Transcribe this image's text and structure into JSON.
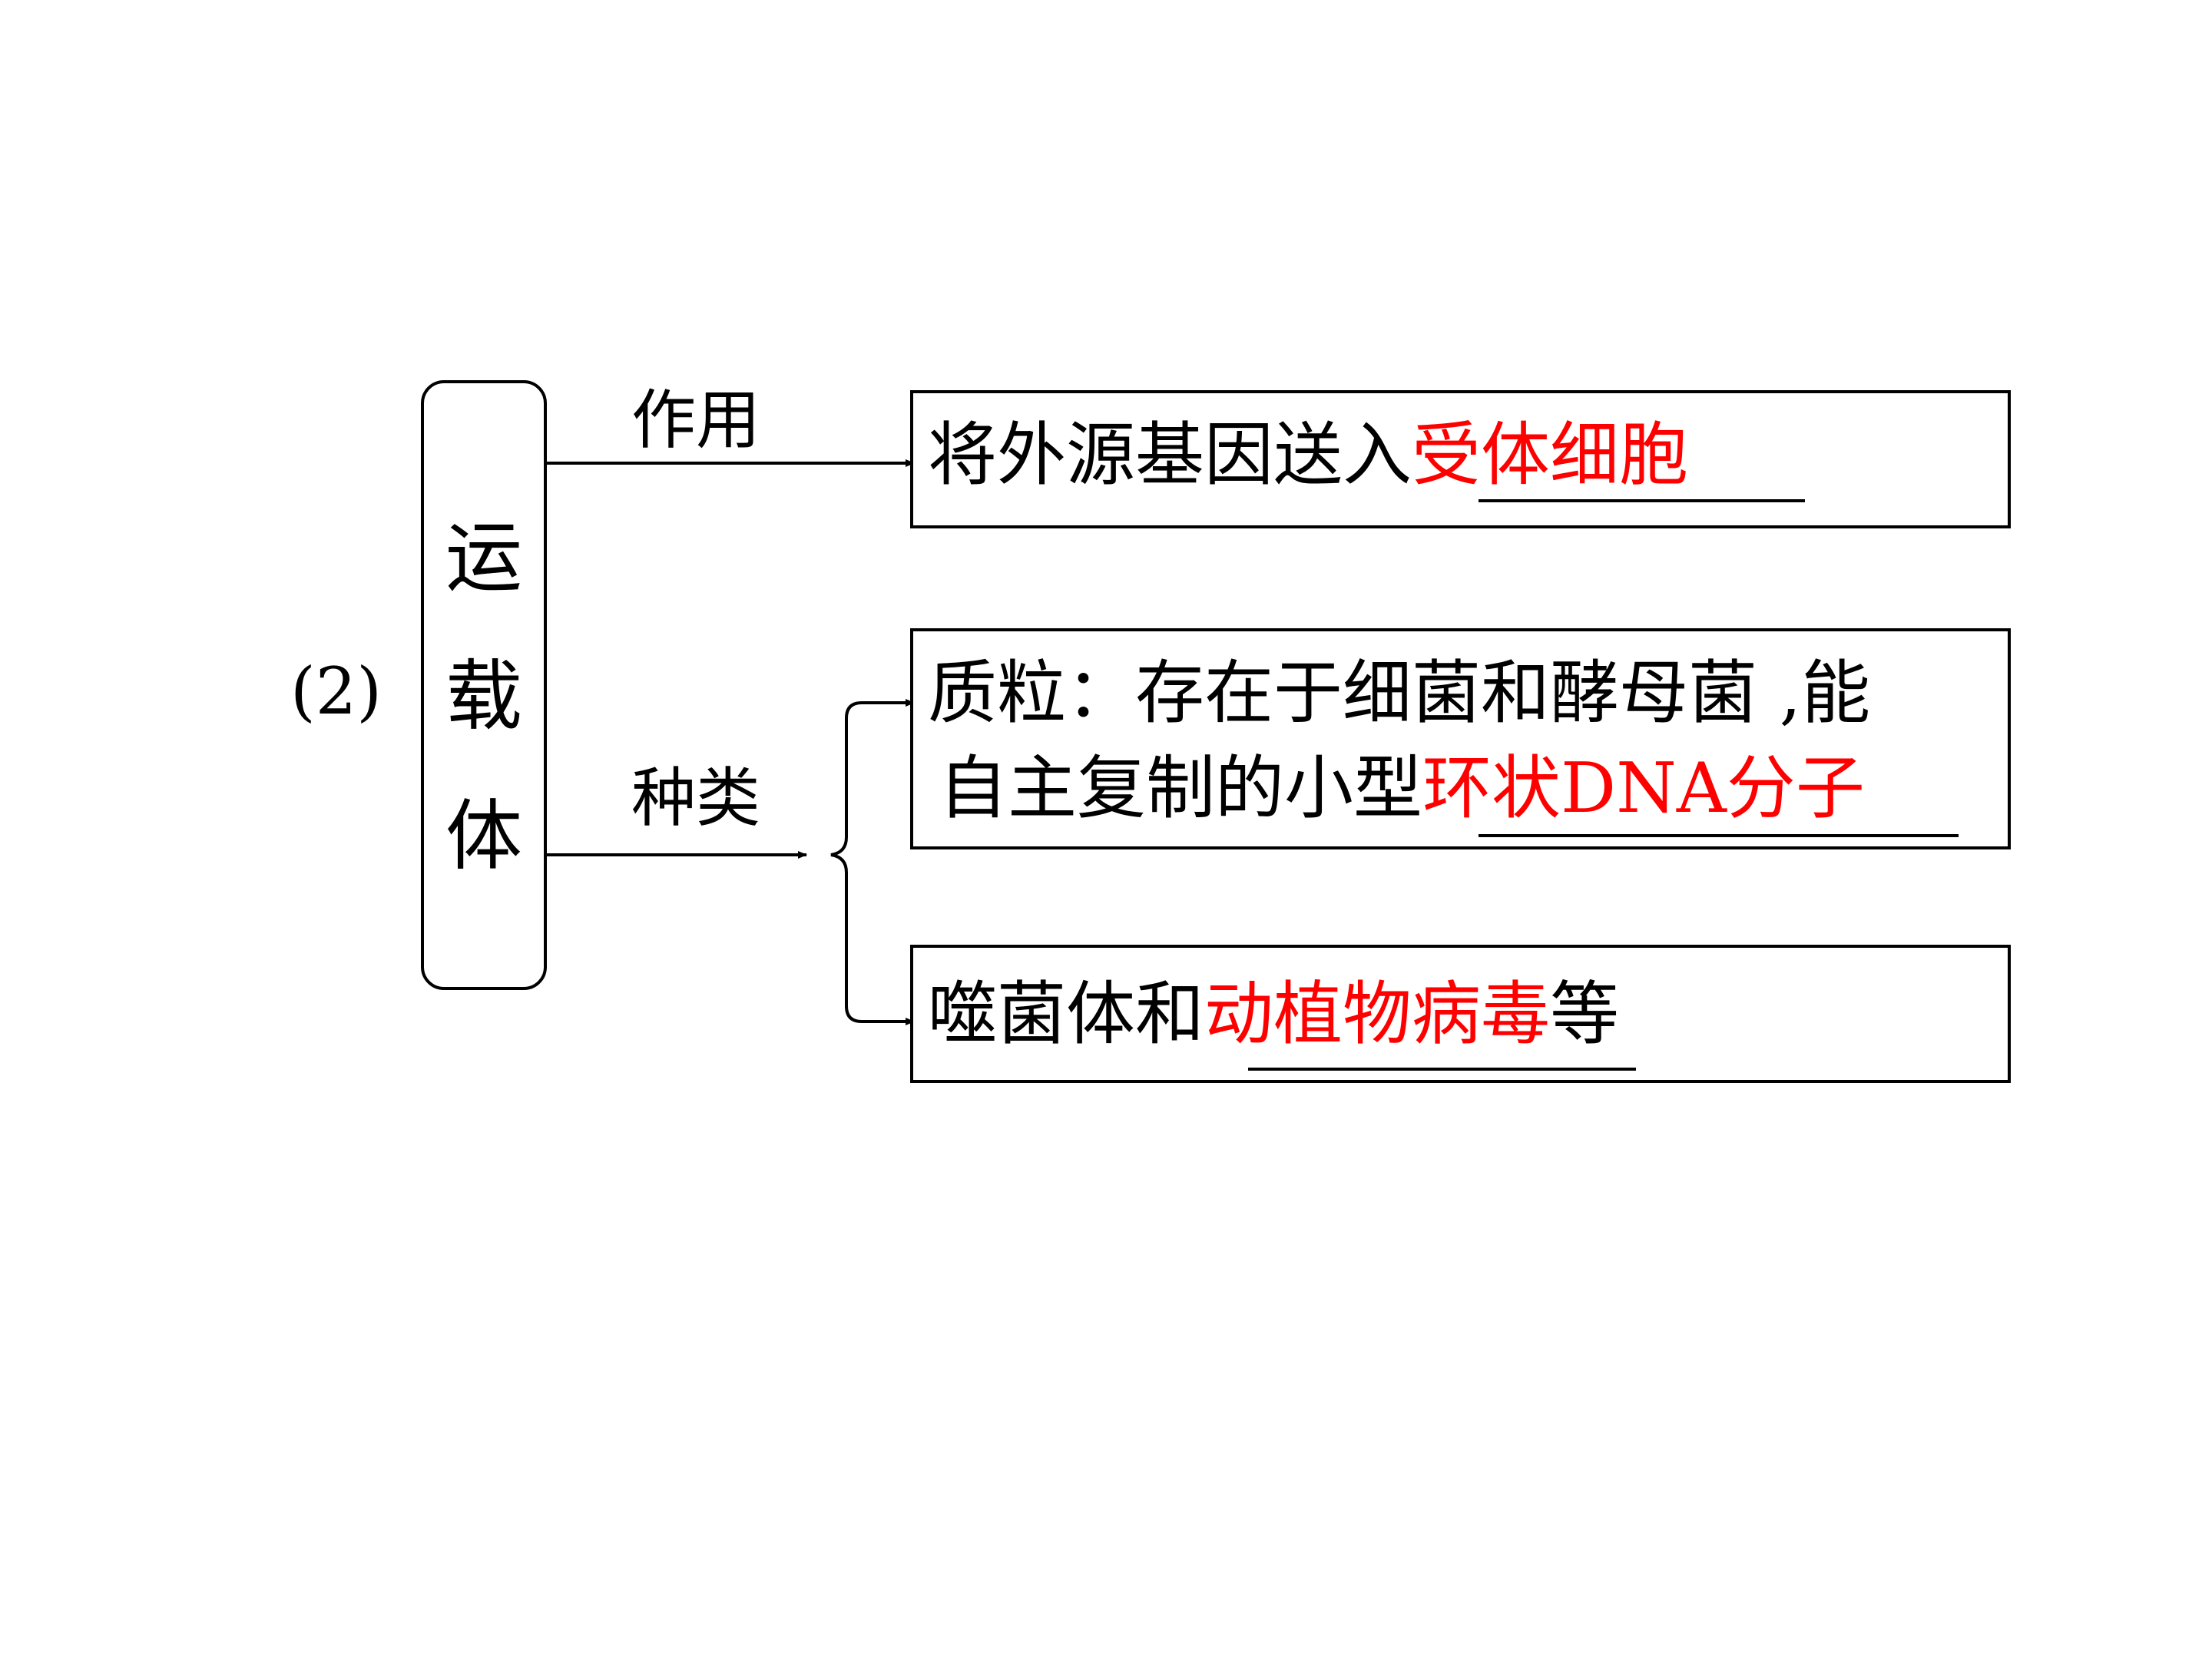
{
  "item_label": "(2)",
  "vector": {
    "chars": [
      "运",
      "载",
      "体"
    ]
  },
  "branches": {
    "function": {
      "label": "作用",
      "text": "将外源基因送入",
      "answer": "受体细胞"
    },
    "types": {
      "label": "种类",
      "plasmid": {
        "line1": "质粒：存在于细菌和酵母菌 ,能",
        "line2_prefix": "自主复制的小型",
        "answer": "环状DNA分子"
      },
      "virus": {
        "prefix": "噬菌体和",
        "answer": "动植物病毒",
        "suffix": "等"
      }
    }
  },
  "colors": {
    "answer": "#ff0000",
    "line": "#000000"
  }
}
